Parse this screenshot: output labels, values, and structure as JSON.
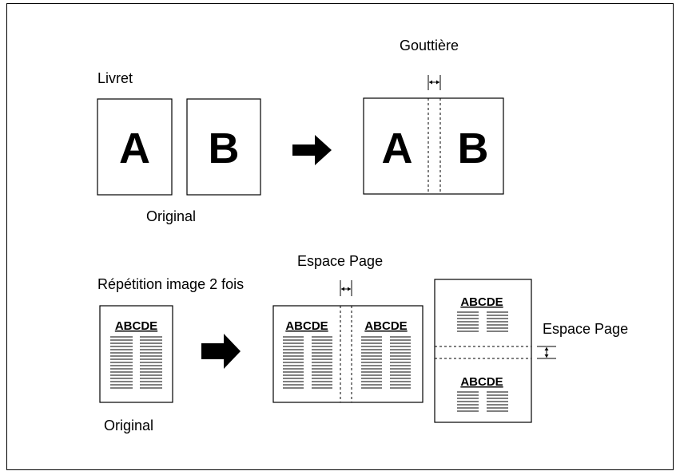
{
  "labels": {
    "gutter": "Gouttière",
    "booklet": "Livret",
    "original_top": "Original",
    "page_space_top": "Espace Page",
    "repeat": "Répétition image 2 fois",
    "page_space_right": "Espace Page",
    "original_bottom": "Original"
  },
  "letters": {
    "a": "A",
    "b": "B"
  },
  "text_sample": "ABCDE"
}
